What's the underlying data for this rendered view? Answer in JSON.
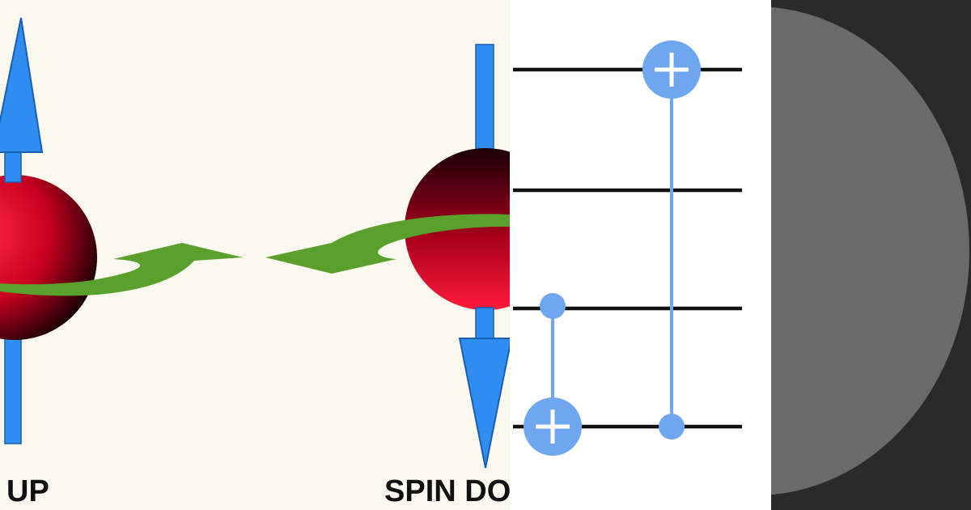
{
  "spin_panel": {
    "spin_up_label": "N UP",
    "spin_down_label": "SPIN DO",
    "colors": {
      "background": "#faf8ef",
      "arrow_blue": "#2f8cf0",
      "sphere_red": "#e0102a",
      "sphere_dark": "#1a0006",
      "rotation_green": "#5aa02c"
    }
  },
  "circuit_panel": {
    "wire_count": 4,
    "gates": [
      {
        "type": "cnot",
        "control_wire": 3,
        "target_wire": 4
      },
      {
        "type": "cnot",
        "control_wire": 4,
        "target_wire": 1
      }
    ],
    "colors": {
      "wire": "#111111",
      "gate": "#6ea6f0"
    }
  },
  "disc_panel": {
    "colors": {
      "background": "#2a2a2a",
      "disc": "#6a6a6a"
    }
  }
}
